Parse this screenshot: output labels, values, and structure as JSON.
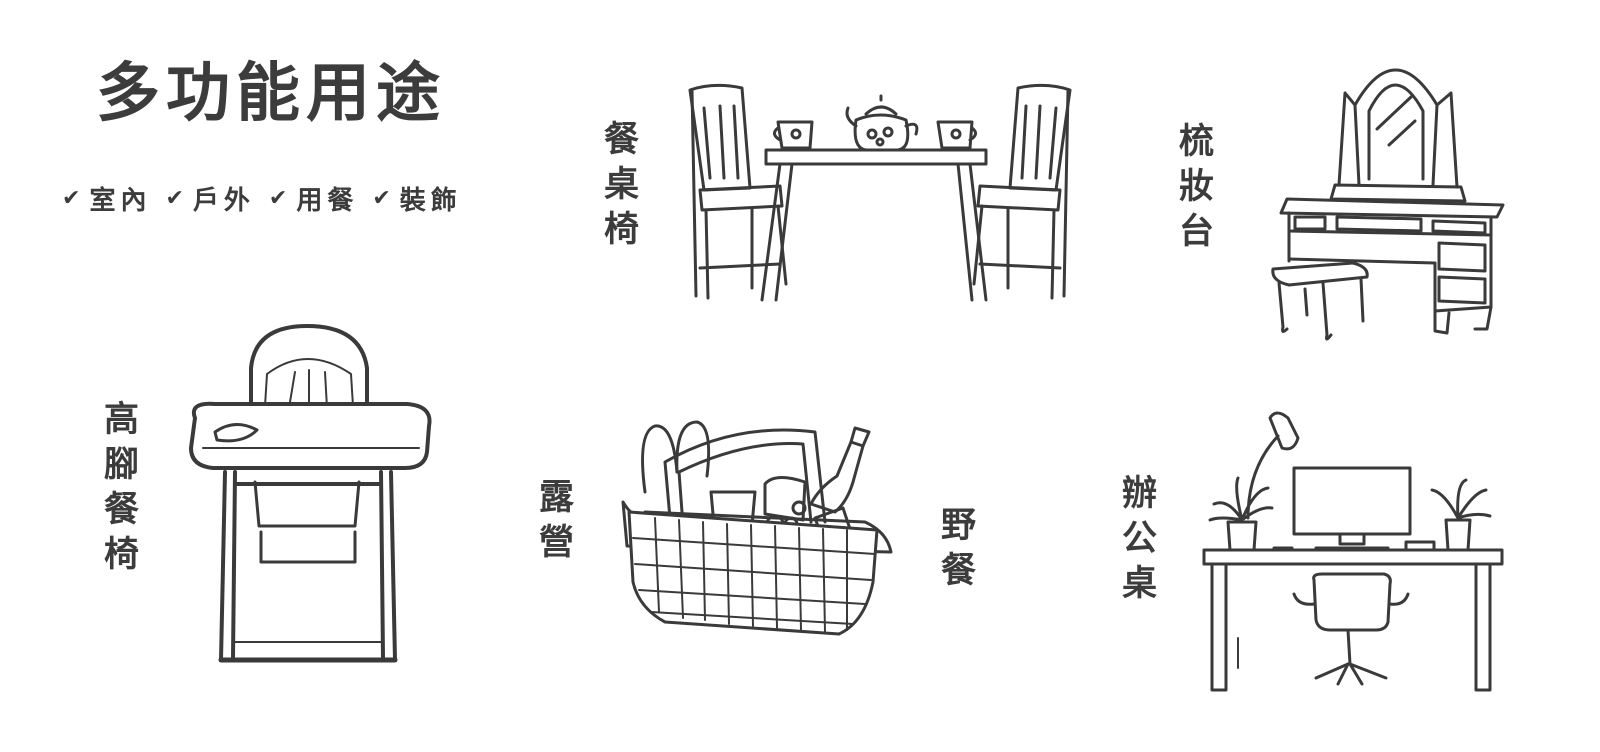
{
  "header": {
    "title": "多功能用途",
    "tags": [
      "室內",
      "戶外",
      "用餐",
      "裝飾"
    ]
  },
  "items": {
    "dining_set": "餐桌椅",
    "vanity": "梳妝台",
    "high_chair": "高腳餐椅",
    "camping": "露營",
    "picnic": "野餐",
    "desk": "辦公桌"
  },
  "colors": {
    "text": "#3c3c3c",
    "line": "#3a3a3a",
    "background": "#ffffff"
  },
  "icons": [
    "check-icon",
    "dining-table-chairs-illustration",
    "vanity-table-illustration",
    "high-chair-illustration",
    "picnic-basket-illustration",
    "office-desk-illustration"
  ]
}
